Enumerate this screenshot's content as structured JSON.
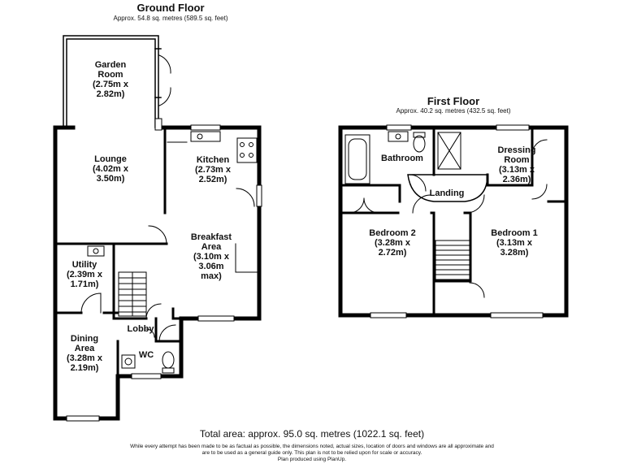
{
  "ground_floor": {
    "title": "Ground Floor",
    "area": "Approx. 54.8 sq. metres (589.5 sq. feet)",
    "rooms": {
      "garden_room": "Garden\nRoom\n(2.75m x\n2.82m)",
      "lounge": "Lounge\n(4.02m x\n3.50m)",
      "kitchen": "Kitchen\n(2.73m x\n2.52m)",
      "breakfast_area": "Breakfast\nArea\n(3.10m x\n3.06m\nmax)",
      "utility": "Utility\n(2.39m x\n1.71m)",
      "lobby": "Lobby",
      "wc": "WC",
      "dining_area": "Dining\nArea\n(3.28m x\n2.19m)"
    }
  },
  "first_floor": {
    "title": "First Floor",
    "area": "Approx. 40.2 sq. metres (432.5 sq. feet)",
    "rooms": {
      "bathroom": "Bathroom",
      "dressing_room": "Dressing\nRoom\n(3.13m x\n2.36m)",
      "landing": "Landing",
      "bedroom_2": "Bedroom 2\n(3.28m x\n2.72m)",
      "bedroom_1": "Bedroom 1\n(3.13m x\n3.28m)"
    }
  },
  "total_area": "Total area: approx. 95.0 sq. metres (1022.1 sq. feet)",
  "disclaimer": "While every attempt has been made to be as factual as possible, the dimensions noted, actual sizes, location of doors and windows are all approximate and\nare to be used as a general guide only. This plan is not to be relied upon for scale or accuracy.\nPlan produced using PlanUp."
}
